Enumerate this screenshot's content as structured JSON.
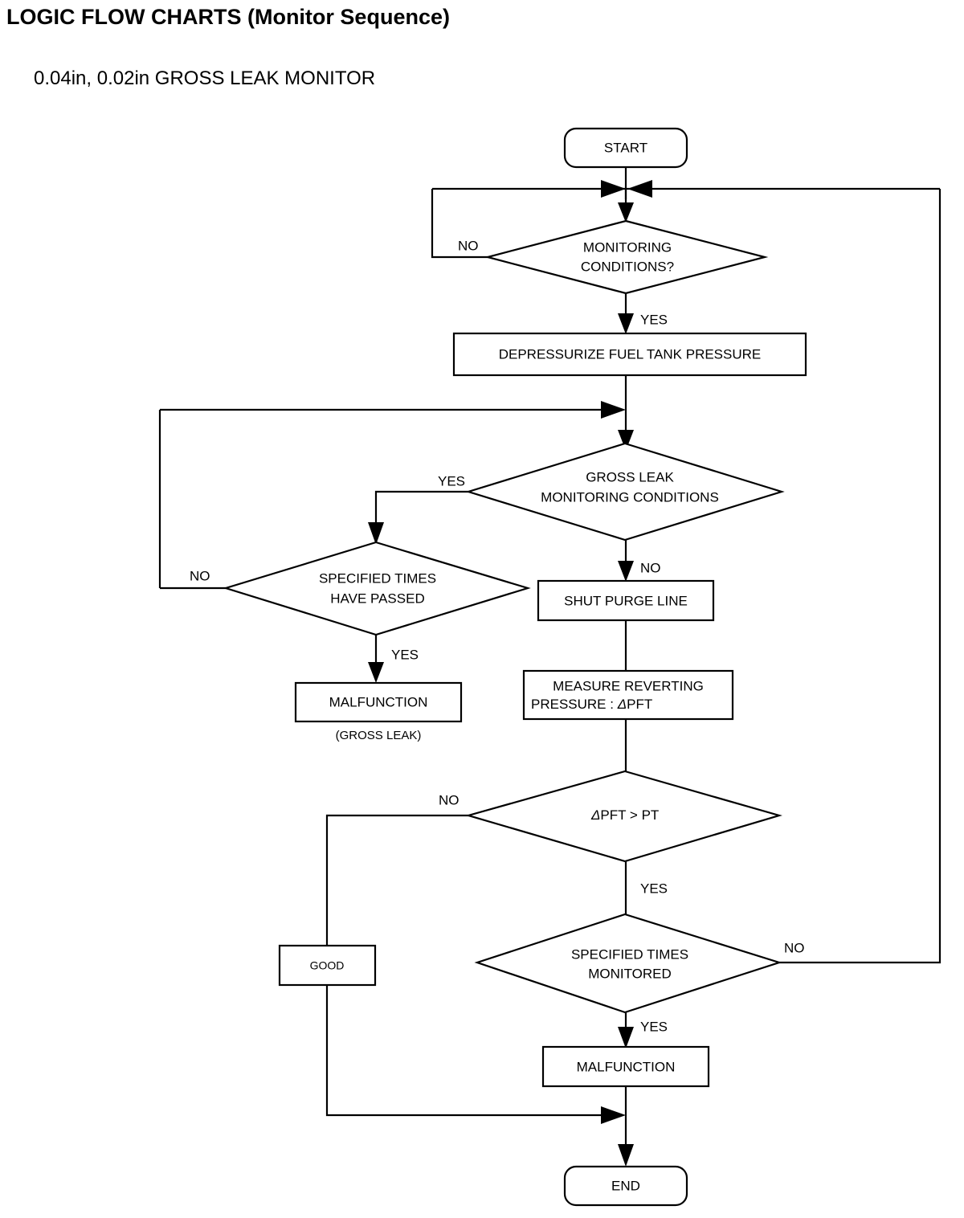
{
  "page": {
    "title_main": "LOGIC FLOW CHARTS (Monitor Sequence)",
    "title_sub": "0.04in, 0.02in GROSS LEAK MONITOR",
    "background": "#ffffff",
    "line_color": "#000000"
  },
  "chart_data": {
    "type": "diagram",
    "diagram_kind": "flowchart",
    "title": "0.04in, 0.02in GROSS LEAK MONITOR",
    "nodes": [
      {
        "id": "start",
        "shape": "terminator",
        "label": "START"
      },
      {
        "id": "mon_cond",
        "shape": "decision",
        "label_line1": "MONITORING",
        "label_line2": "CONDITIONS?"
      },
      {
        "id": "depress",
        "shape": "process",
        "label": "DEPRESSURIZE FUEL TANK PRESSURE"
      },
      {
        "id": "gross_cond",
        "shape": "decision",
        "label_line1": "GROSS LEAK",
        "label_line2": "MONITORING CONDITIONS"
      },
      {
        "id": "spec_passed",
        "shape": "decision",
        "label_line1": "SPECIFIED TIMES",
        "label_line2": "HAVE PASSED"
      },
      {
        "id": "malf_gross",
        "shape": "process",
        "label": "MALFUNCTION",
        "caption": "(GROSS LEAK)"
      },
      {
        "id": "shut_purge",
        "shape": "process",
        "label": "SHUT PURGE LINE"
      },
      {
        "id": "measure",
        "shape": "process",
        "label_line1": "MEASURE REVERTING",
        "label_line2_pre": "PRESSURE : ",
        "label_line2_delta": "Δ",
        "label_line2_post": "PFT"
      },
      {
        "id": "pft_gt_pt",
        "shape": "decision",
        "label_delta": "Δ",
        "label_rest": "PFT > PT"
      },
      {
        "id": "good",
        "shape": "process",
        "label": "GOOD"
      },
      {
        "id": "spec_monitored",
        "shape": "decision",
        "label_line1": "SPECIFIED TIMES",
        "label_line2": "MONITORED"
      },
      {
        "id": "malf_bottom",
        "shape": "process",
        "label": "MALFUNCTION"
      },
      {
        "id": "end",
        "shape": "terminator",
        "label": "END"
      }
    ],
    "edges": [
      {
        "from": "start",
        "to": "mon_cond",
        "label": ""
      },
      {
        "from": "mon_cond",
        "to": "junction_top",
        "label": "NO"
      },
      {
        "from": "mon_cond",
        "to": "depress",
        "label": "YES"
      },
      {
        "from": "depress",
        "to": "gross_cond",
        "label": ""
      },
      {
        "from": "gross_cond",
        "to": "spec_passed",
        "label": "YES"
      },
      {
        "from": "gross_cond",
        "to": "shut_purge",
        "label": "NO"
      },
      {
        "from": "spec_passed",
        "to": "depress_loop",
        "label": "NO"
      },
      {
        "from": "spec_passed",
        "to": "malf_gross",
        "label": "YES"
      },
      {
        "from": "shut_purge",
        "to": "measure",
        "label": ""
      },
      {
        "from": "measure",
        "to": "pft_gt_pt",
        "label": ""
      },
      {
        "from": "pft_gt_pt",
        "to": "good",
        "label": "NO"
      },
      {
        "from": "pft_gt_pt",
        "to": "spec_monitored",
        "label": "YES"
      },
      {
        "from": "spec_monitored",
        "to": "junction_top",
        "label": "NO"
      },
      {
        "from": "spec_monitored",
        "to": "malf_bottom",
        "label": "YES"
      },
      {
        "from": "malf_bottom",
        "to": "end",
        "label": ""
      },
      {
        "from": "good",
        "to": "end",
        "label": ""
      }
    ],
    "edge_labels": {
      "no": "NO",
      "yes": "YES"
    }
  }
}
